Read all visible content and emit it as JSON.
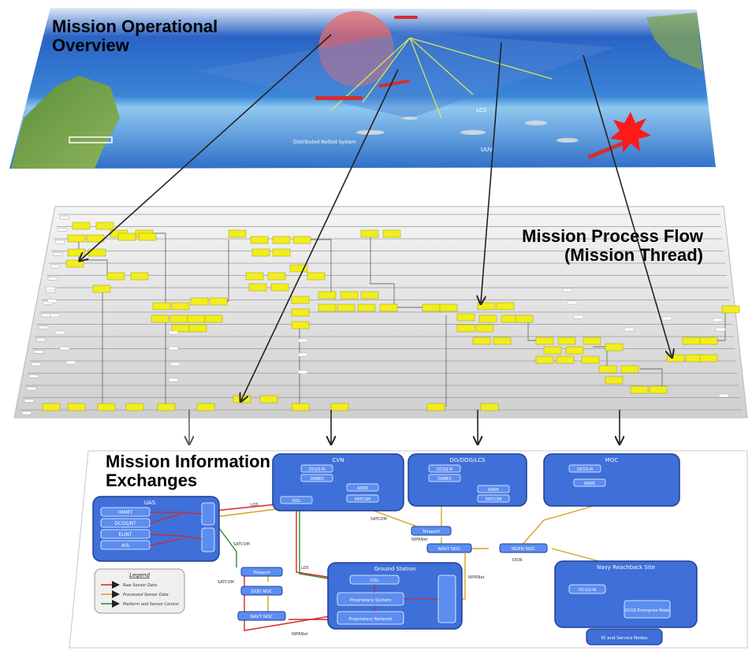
{
  "labels": {
    "overview_line1": "Mission Operational",
    "overview_line2": "Overview",
    "process_line1": "Mission Process Flow",
    "process_line2": "(Mission Thread)",
    "info_line1": "Mission Information",
    "info_line2": "Exchanges"
  },
  "colors": {
    "sea_top": "#2a63c4",
    "sea_bottom": "#9fd3f4",
    "flow_box": "#f2ee1c",
    "node_blue": "#3f6fd8",
    "arrow": "#222222",
    "raw_sensor": "#d92626",
    "processed_sensor": "#d9a21c",
    "platform_control": "#2f8a2f"
  },
  "overview": {
    "labels": [
      "LCS",
      "UUV",
      "Distributed Netted System"
    ]
  },
  "exchanges": {
    "uas": {
      "title": "UAS",
      "items": [
        "HMMT",
        "DCGS/NT",
        "ELINT",
        "AIS"
      ]
    },
    "cvn": {
      "title": "CVN",
      "items": [
        "DCGS-N",
        "DANES",
        "DDL",
        "ADNS",
        "SATCOM"
      ]
    },
    "dg": {
      "title": "DG/DDG/LCS",
      "items": [
        "DCGS-N",
        "DANES",
        "ADNS",
        "SATCOM"
      ]
    },
    "moc": {
      "title": "MOC",
      "items": [
        "DCGS-N",
        "ADNS"
      ]
    },
    "ground": {
      "title": "Ground Station",
      "items": [
        "CDL",
        "Proprietary System",
        "Proprietary Network"
      ]
    },
    "reachback": {
      "title": "Navy Reachback Site",
      "items": [
        "DCGS-N",
        "DCGS Enterprise Node",
        "ID and Service Nodes"
      ]
    },
    "relays": [
      "Teleport",
      "DOD NOC",
      "NAVY NOC",
      "NGEN NOC"
    ],
    "link_labels": [
      "SATCOM",
      "SATCOM",
      "SATCOM",
      "LOS",
      "LOS",
      "NIPRNet",
      "NIPRNet",
      "NIPRNet",
      "DISN"
    ],
    "legend": {
      "title": "Legend",
      "items": [
        "Raw Sensor Data",
        "Processed Sensor Data",
        "Platform and Sensor Control"
      ]
    }
  }
}
